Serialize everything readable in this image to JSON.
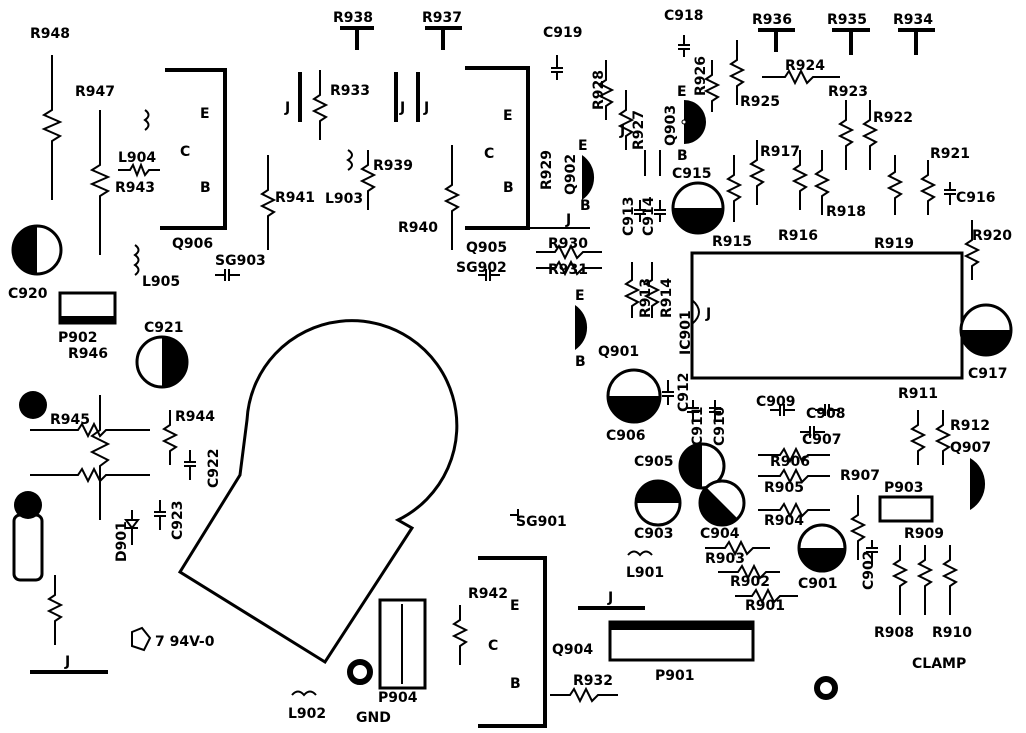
{
  "labels": {
    "R948": "R948",
    "R947": "R947",
    "R938": "R938",
    "R937": "R937",
    "C919": "C919",
    "C918": "C918",
    "R936": "R936",
    "R935": "R935",
    "R934": "R934",
    "R933": "R933",
    "R928": "R928",
    "R927": "R927",
    "R926": "R926",
    "R925": "R925",
    "R924": "R924",
    "R923": "R923",
    "R922": "R922",
    "R921": "R921",
    "R917": "R917",
    "R918": "R918",
    "R916": "R916",
    "R919": "R919",
    "R920": "R920",
    "R915": "R915",
    "R943": "R943",
    "R939": "R939",
    "R929": "R929",
    "R941": "R941",
    "R940": "R940",
    "R930": "R930",
    "R931": "R931",
    "R913": "R913",
    "R914": "R914",
    "R946": "R946",
    "R945": "R945",
    "R944": "R944",
    "R911": "R911",
    "R912": "R912",
    "R906": "R906",
    "R905": "R905",
    "R904": "R904",
    "R907": "R907",
    "R903": "R903",
    "R902": "R902",
    "R901": "R901",
    "R909": "R909",
    "R908": "R908",
    "R910": "R910",
    "R942": "R942",
    "R932": "R932",
    "L904": "L904",
    "L903": "L903",
    "L905": "L905",
    "L901": "L901",
    "L902": "L902",
    "C920": "C920",
    "C921": "C921",
    "C922": "C922",
    "C923": "C923",
    "C915": "C915",
    "C913": "C913",
    "C914": "C914",
    "C916": "C916",
    "C917": "C917",
    "C912": "C912",
    "C911": "C911",
    "C910": "C910",
    "C909": "C909",
    "C908": "C908",
    "C907": "C907",
    "C906": "C906",
    "C905": "C905",
    "C903": "C903",
    "C904": "C904",
    "C901": "C901",
    "C902": "C902",
    "Q906": "Q906",
    "Q905": "Q905",
    "Q903": "Q903",
    "Q902": "Q902",
    "Q901": "Q901",
    "Q907": "Q907",
    "Q904": "Q904",
    "SG903": "SG903",
    "SG902": "SG902",
    "SG901": "SG901",
    "P902": "P902",
    "P903": "P903",
    "P904": "P904",
    "P901": "P901",
    "IC901": "IC901",
    "D901": "D901",
    "E": "E",
    "C": "C",
    "B": "B",
    "J": "J",
    "GND": "GND",
    "CLAMP": "CLAMP",
    "rating": "7 94V-0"
  }
}
